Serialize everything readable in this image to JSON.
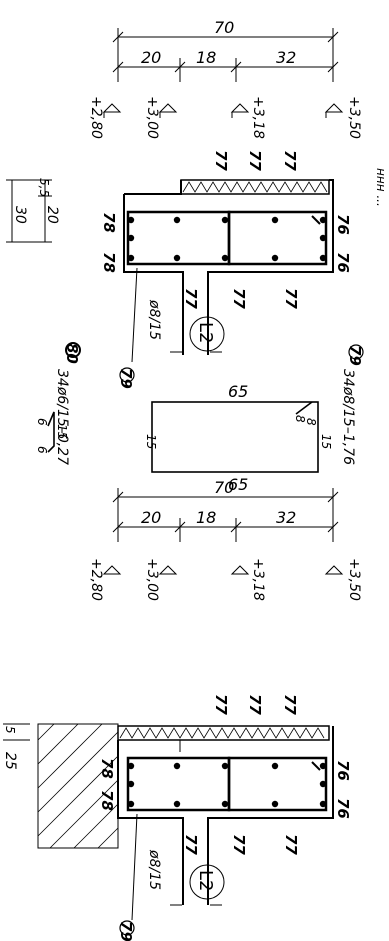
{
  "top_section": {
    "dims": {
      "total": "70",
      "a": "20",
      "b": "18",
      "c": "32"
    },
    "levels": {
      "l1": "+2,80",
      "l2": "+3,00",
      "l3": "+3,18",
      "l4": "+3,50"
    },
    "side_dims": {
      "d1": "5,5",
      "d2": "20",
      "d3": "30"
    },
    "tags": {
      "t77": "77",
      "t78": "78",
      "t76": "76",
      "t79": "79",
      "t80": "80"
    },
    "beam_label": "L2",
    "stirrup": "ø8/15",
    "note": "ннн ..."
  },
  "bending": {
    "spec_79": "34ø8/15–1,76",
    "spec_80": "34ø6/15–0,27",
    "len_top": "65",
    "len_bot": "65",
    "len_side": "15",
    "len_side_r": "15",
    "hook": "8",
    "hook2": "8",
    "small_a": "6",
    "small_b": "15",
    "small_c": "6"
  },
  "bottom_section": {
    "dims": {
      "total": "70",
      "a": "20",
      "b": "18",
      "c": "32"
    },
    "levels": {
      "l1": "+2,80",
      "l2": "+3,00",
      "l3": "+3,18",
      "l4": "+3,50"
    },
    "side_dims": {
      "d1": "5",
      "d2": "25"
    },
    "tags": {
      "t77": "77",
      "t78": "78",
      "t76": "76",
      "t79": "79"
    },
    "beam_label": "L2",
    "stirrup": "ø8/15"
  }
}
